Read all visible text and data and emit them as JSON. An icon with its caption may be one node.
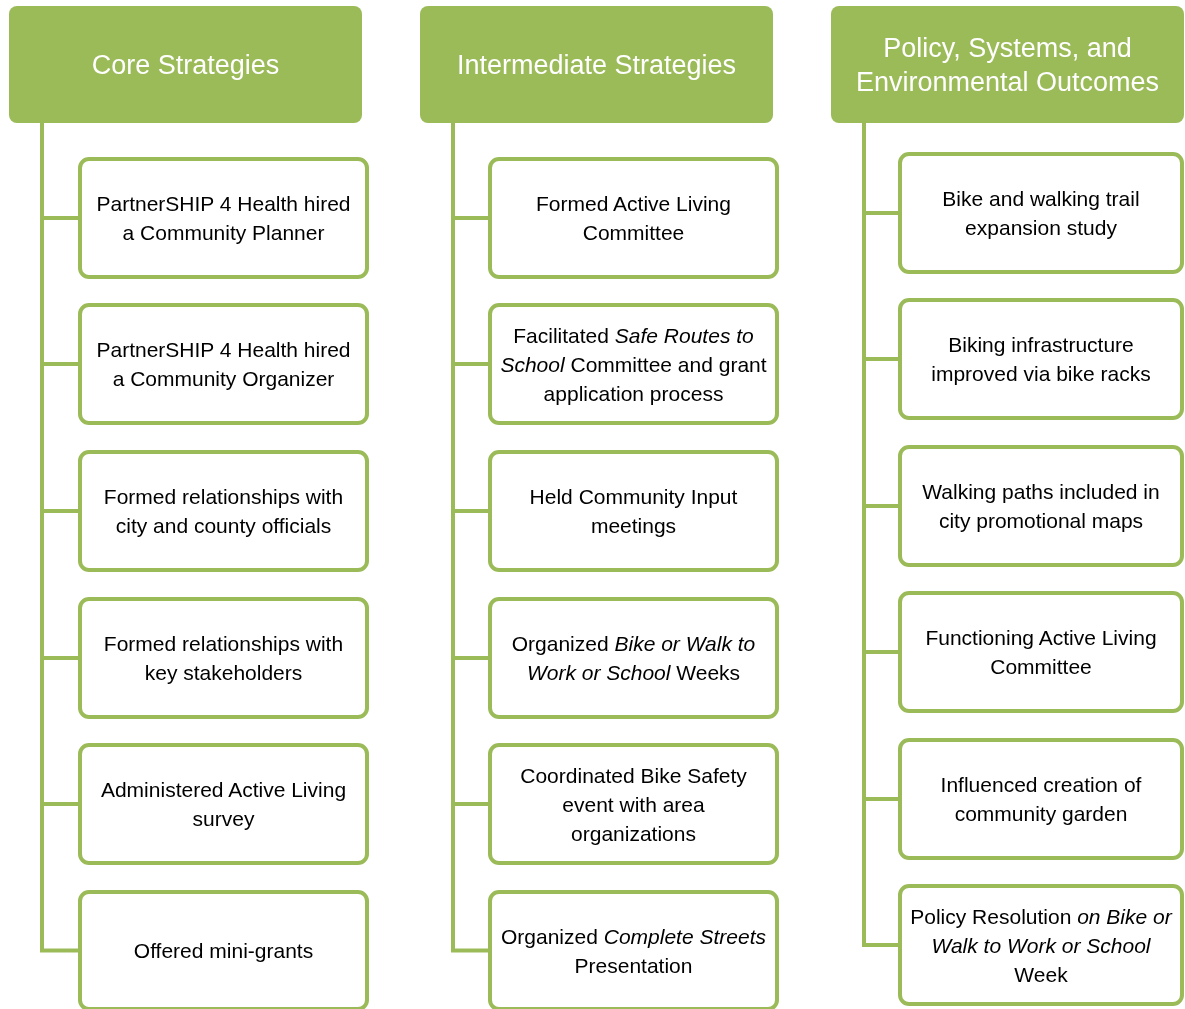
{
  "diagram": {
    "nodes": [
      {
        "text": [
          "Core Strategies"
        ]
      },
      {
        "text": [
          "PartnerSHIP 4 Health hired a Community Planner"
        ]
      },
      {
        "text": [
          "PartnerSHIP 4 Health hired a Community Organizer"
        ]
      },
      {
        "text": [
          "Formed relationships with city and county officials"
        ]
      },
      {
        "text": [
          "Formed relationships with key stakeholders"
        ]
      },
      {
        "text": [
          "Administered Active Living survey"
        ]
      },
      {
        "text": [
          "Offered mini-grants"
        ]
      },
      {
        "text": [
          "Intermediate Strategies"
        ]
      },
      {
        "text": [
          "Formed Active Living Committee"
        ]
      },
      {
        "text": [
          "Facilitated *Safe Routes to School* Committee and grant application process"
        ]
      },
      {
        "text": [
          "Held Community Input meetings"
        ]
      },
      {
        "text": [
          "Organized *Bike or Walk to Work or School* Weeks"
        ]
      },
      {
        "text": [
          "Coordinated Bike Safety event with area organizations"
        ]
      },
      {
        "text": [
          "Organized *Complete Streets* Presentation"
        ]
      },
      {
        "text": [
          "Policy, Systems, and Environmental Outcomes"
        ]
      },
      {
        "text": [
          "Bike and walking trail expansion study"
        ]
      },
      {
        "text": [
          "Biking infrastructure improved via bike racks"
        ]
      },
      {
        "text": [
          "Walking paths included in city promotional maps"
        ]
      },
      {
        "text": [
          "Functioning Active Living Committee"
        ]
      },
      {
        "text": [
          "Influenced creation of community garden"
        ]
      },
      {
        "text": [
          "Policy Resolution *on Bike or Walk to Work or School* Week"
        ]
      }
    ],
    "edges": [
      {
        "from": 0,
        "to": 1,
        "arrow": "none"
      },
      {
        "from": 0,
        "to": 2,
        "arrow": "none"
      },
      {
        "from": 0,
        "to": 3,
        "arrow": "none"
      },
      {
        "from": 0,
        "to": 4,
        "arrow": "none"
      },
      {
        "from": 0,
        "to": 5,
        "arrow": "none"
      },
      {
        "from": 0,
        "to": 6,
        "arrow": "none"
      },
      {
        "from": 7,
        "to": 8,
        "arrow": "none"
      },
      {
        "from": 7,
        "to": 9,
        "arrow": "none"
      },
      {
        "from": 7,
        "to": 10,
        "arrow": "none"
      },
      {
        "from": 7,
        "to": 11,
        "arrow": "none"
      },
      {
        "from": 7,
        "to": 12,
        "arrow": "none"
      },
      {
        "from": 7,
        "to": 13,
        "arrow": "none"
      },
      {
        "from": 14,
        "to": 15,
        "arrow": "none"
      },
      {
        "from": 14,
        "to": 16,
        "arrow": "none"
      },
      {
        "from": 14,
        "to": 17,
        "arrow": "none"
      },
      {
        "from": 14,
        "to": 18,
        "arrow": "none"
      },
      {
        "from": 14,
        "to": 19,
        "arrow": "none"
      },
      {
        "from": 14,
        "to": 20,
        "arrow": "none"
      }
    ]
  }
}
